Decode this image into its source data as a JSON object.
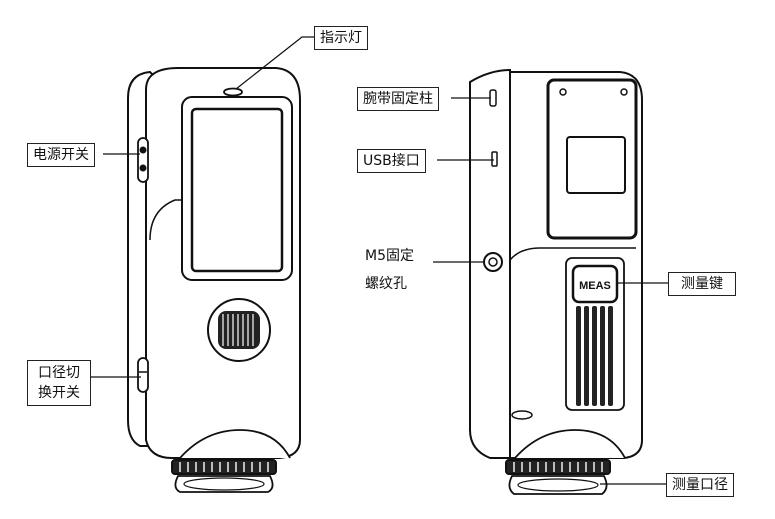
{
  "labels": {
    "indicator": "指示灯",
    "power_switch": "电源开关",
    "aperture_switch_line1": "口径切",
    "aperture_switch_line2": "换开关",
    "wrist_strap_post": "腕带固定柱",
    "usb_port": "USB接口",
    "m5_hole_line1": "M5固定",
    "m5_hole_line2": "螺纹孔",
    "measure_key": "测量键",
    "measure_aperture": "测量口径"
  },
  "device": {
    "button_text": "MEAS"
  }
}
